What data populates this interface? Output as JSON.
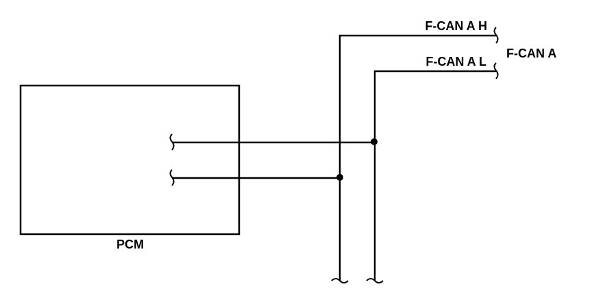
{
  "labels": {
    "module": "PCM",
    "bus_high": "F-CAN A H",
    "bus_low": "F-CAN A L",
    "bus_name": "F-CAN A"
  },
  "colors": {
    "line": "#000000",
    "background": "#ffffff"
  }
}
